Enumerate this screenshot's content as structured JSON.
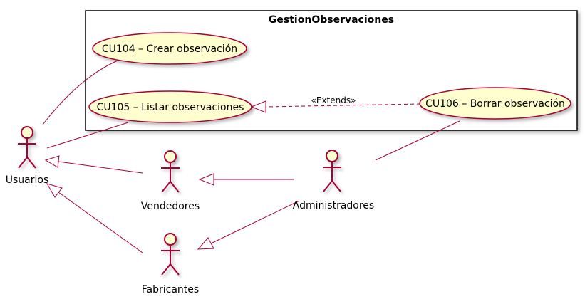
{
  "diagram": {
    "boundary": {
      "title": "GestionObservaciones"
    },
    "use_cases": {
      "cu104": "CU104 – Crear observación",
      "cu105": "CU105 – Listar observaciones",
      "cu106": "CU106 – Borrar observación"
    },
    "actors": {
      "usuarios": "Usuarios",
      "vendedores": "Vendedores",
      "administradores": "Administradores",
      "fabricantes": "Fabricantes"
    },
    "relations": {
      "extends_label": "«Extends»"
    },
    "colors": {
      "stroke": "#A80036",
      "fill": "#FEFECE",
      "text": "#000000"
    }
  }
}
